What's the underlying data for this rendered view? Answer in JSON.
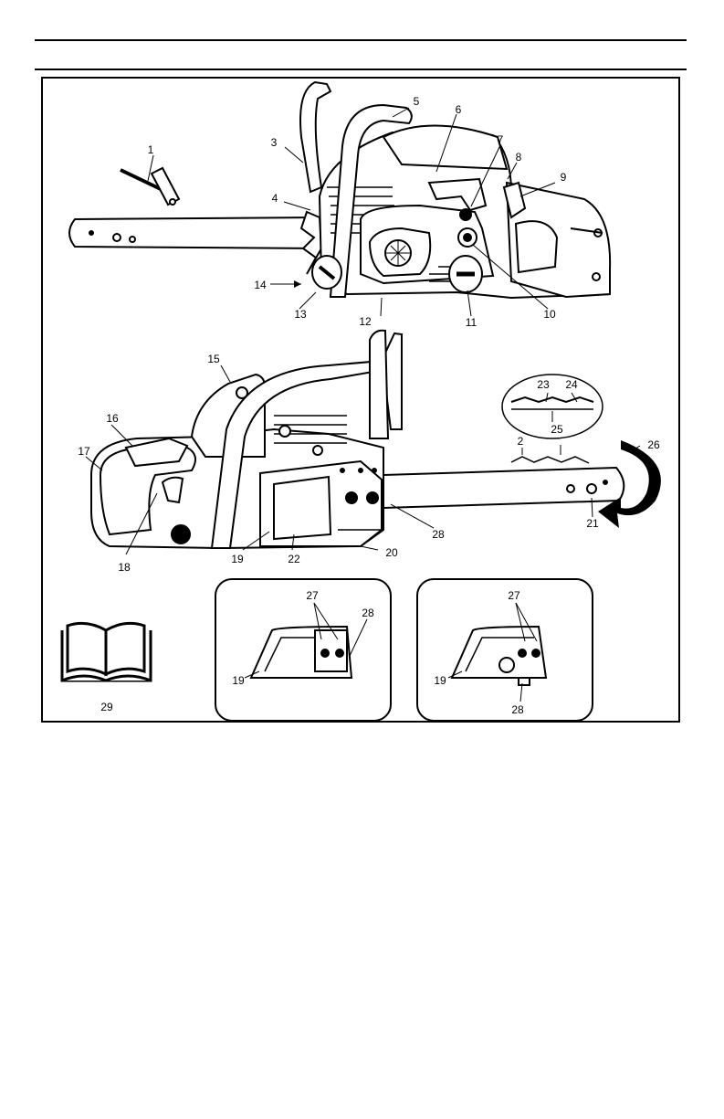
{
  "figure": {
    "callouts": [
      {
        "id": "1",
        "label": "1"
      },
      {
        "id": "2",
        "label": "2"
      },
      {
        "id": "3",
        "label": "3"
      },
      {
        "id": "4",
        "label": "4"
      },
      {
        "id": "5",
        "label": "5"
      },
      {
        "id": "6",
        "label": "6"
      },
      {
        "id": "7",
        "label": "7"
      },
      {
        "id": "8",
        "label": "8"
      },
      {
        "id": "9",
        "label": "9"
      },
      {
        "id": "10",
        "label": "10"
      },
      {
        "id": "11",
        "label": "11"
      },
      {
        "id": "12",
        "label": "12"
      },
      {
        "id": "13",
        "label": "13"
      },
      {
        "id": "14",
        "label": "14"
      },
      {
        "id": "15",
        "label": "15"
      },
      {
        "id": "16",
        "label": "16"
      },
      {
        "id": "17",
        "label": "17"
      },
      {
        "id": "18",
        "label": "18"
      },
      {
        "id": "19",
        "label": "19"
      },
      {
        "id": "20",
        "label": "20"
      },
      {
        "id": "21",
        "label": "21"
      },
      {
        "id": "22",
        "label": "22"
      },
      {
        "id": "23",
        "label": "23"
      },
      {
        "id": "24",
        "label": "24"
      },
      {
        "id": "25",
        "label": "25"
      },
      {
        "id": "26",
        "label": "26"
      },
      {
        "id": "27a",
        "label": "27"
      },
      {
        "id": "28a",
        "label": "28"
      },
      {
        "id": "19a",
        "label": "19"
      },
      {
        "id": "27b",
        "label": "27"
      },
      {
        "id": "28b",
        "label": "28"
      },
      {
        "id": "19b",
        "label": "19"
      },
      {
        "id": "28c",
        "label": "28"
      },
      {
        "id": "29",
        "label": "29"
      }
    ]
  }
}
